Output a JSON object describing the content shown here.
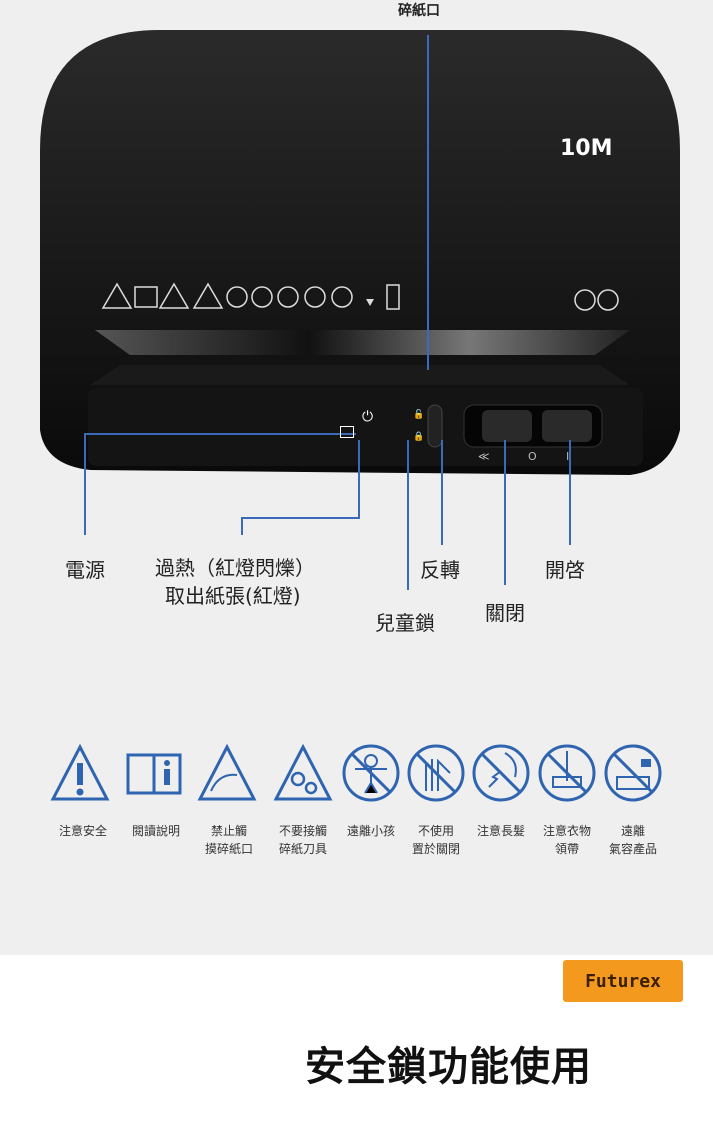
{
  "top_label": "碎紙口",
  "model": "10M",
  "switch_marks": [
    "≪",
    "O",
    "I"
  ],
  "callouts": {
    "power": "電源",
    "overheat_1": "過熱（紅燈閃爍）",
    "overheat_2": "取出紙張(紅燈)",
    "reverse": "反轉",
    "open": "開啓",
    "child_lock": "兒童鎖",
    "close": "關閉"
  },
  "icons": [
    {
      "name": "warning",
      "l1": "注意安全",
      "l2": ""
    },
    {
      "name": "read-manual",
      "l1": "閱讀說明",
      "l2": ""
    },
    {
      "name": "no-touch-slot",
      "l1": "禁止觸",
      "l2": "摸碎紙口"
    },
    {
      "name": "blade",
      "l1": "不要接觸",
      "l2": "碎紙刀具"
    },
    {
      "name": "no-children",
      "l1": "遠離小孩",
      "l2": ""
    },
    {
      "name": "no-hand",
      "l1": "不使用",
      "l2": "置於關閉"
    },
    {
      "name": "no-hair",
      "l1": "注意長髮",
      "l2": ""
    },
    {
      "name": "no-tie",
      "l1": "注意衣物",
      "l2": "領帶"
    },
    {
      "name": "no-aerosol",
      "l1": "遠離",
      "l2": "氣容產品"
    }
  ],
  "brand": "Futurex",
  "title": "安全鎖功能使用",
  "colors": {
    "line": "#3a6ab8",
    "badge": "#f39a1e"
  }
}
